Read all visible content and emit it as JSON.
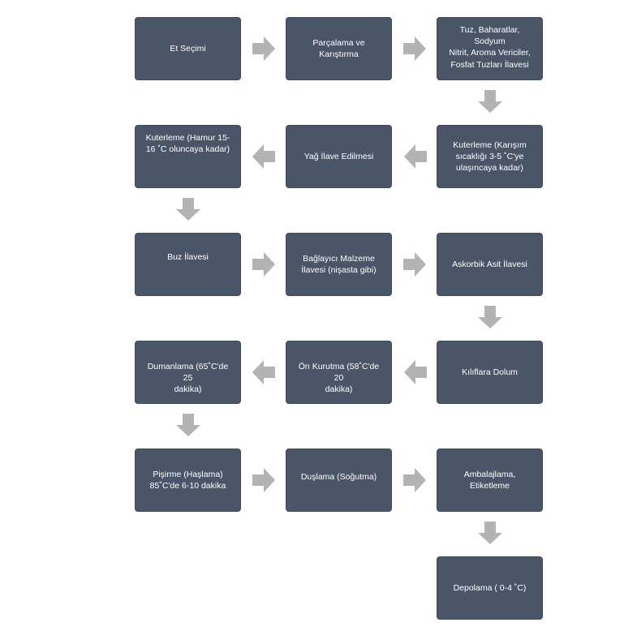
{
  "colors": {
    "box_fill": "#4a5568",
    "box_text": "#ffffff",
    "arrow_fill": "#b3b3b3"
  },
  "steps": [
    {
      "label": "Et Seçimi"
    },
    {
      "label": "Parçalama ve Karıştırma"
    },
    {
      "label": "Tuz, Baharatlar, Sodyum\nNitrit, Aroma Vericiler,\nFosfat Tuzları İlavesi"
    },
    {
      "label": "Kuterleme (Karışım\nsıcaklığı 3-5 ˚C'ye\nulaşıncaya kadar)"
    },
    {
      "label": "Yağ İlave Edilmesi"
    },
    {
      "label": "Kuterleme (Hamur 15-\n16 ˚C oluncaya kadar)"
    },
    {
      "label": "Buz İlavesi"
    },
    {
      "label": "Bağlayıcı Malzeme\nİlavesi (nişasta gibi)"
    },
    {
      "label": "Askorbik Asit İlavesi"
    },
    {
      "label": "Kılıflara Dolum"
    },
    {
      "label": "Ön Kurutma (58˚C'de 20\ndakika)"
    },
    {
      "label": "Dumanlama (65˚C'de 25\ndakika)"
    },
    {
      "label": "Pişirme (Haşlama)\n85˚C'de 6-10 dakika"
    },
    {
      "label": "Duşlama (Soğutma)"
    },
    {
      "label": "Ambalajlama,\nEtiketleme"
    },
    {
      "label": "Depolama ( 0-4 ˚C)"
    }
  ]
}
